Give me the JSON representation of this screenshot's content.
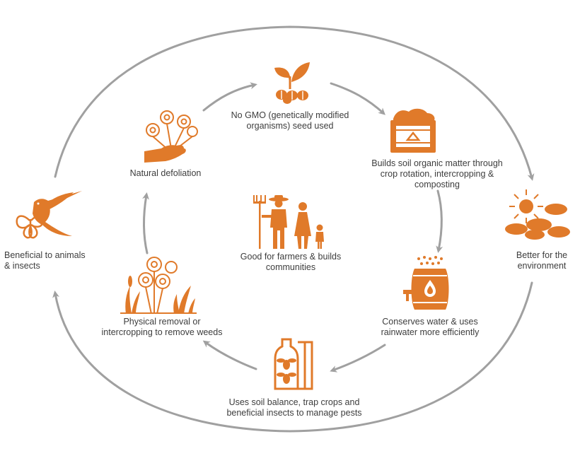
{
  "colors": {
    "accent": "#e07a2a",
    "arrow": "#9e9e9e",
    "text": "#3d3d3d"
  },
  "nodes": {
    "seed": {
      "label": "No GMO (genetically modified\norganisms) seed used",
      "icon": "seedling-icon"
    },
    "soil": {
      "label": "Builds soil organic matter through\ncrop rotation, intercropping &\ncomposting",
      "icon": "compost-bin-icon"
    },
    "water": {
      "label": "Conserves water & uses\nrainwater more efficiently",
      "icon": "rain-barrel-icon"
    },
    "pests": {
      "label": "Uses soil balance, trap crops and\nbeneficial insects to manage pests",
      "icon": "bee-trap-icon"
    },
    "weeds": {
      "label": "Physical removal or\nintercropping to remove weeds",
      "icon": "cotton-plants-weeds-icon"
    },
    "defoliation": {
      "label": "Natural defoliation",
      "icon": "hand-cotton-icon"
    },
    "farmers": {
      "label": "Good for farmers & builds\ncommunities",
      "icon": "farmer-family-icon"
    },
    "animals": {
      "label": "Beneficial to animals\n& insects",
      "icon": "hummingbird-butterfly-icon"
    },
    "environment": {
      "label": "Better for the\nenvironment",
      "icon": "sun-clouds-icon"
    }
  }
}
